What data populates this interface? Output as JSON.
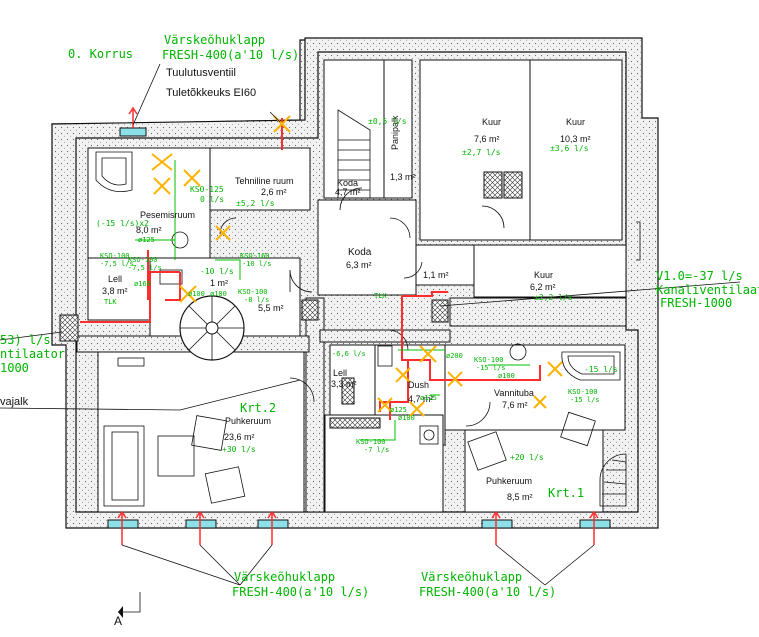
{
  "colors": {
    "wall": "#111111",
    "duct": "#ff2d2d",
    "note": "#00b400",
    "vent": "#ffb300"
  },
  "floor": {
    "label": "0. Korrus"
  },
  "callouts": {
    "fresh_top": "Värskeõhuklapp",
    "fresh_top_model": "FRESH-400(a'10 l/s)",
    "tuulutus": "Tuulutusventiil",
    "fire_valve": "Tuletõkkeuks EI60",
    "kanal_flow": "V1.0=-37 l/s",
    "kanal_label": "Kanaliventilaator",
    "kanal_model": "FRESH-1000",
    "left_flow": "53) l/s",
    "left_l2": "ntilaator",
    "left_l3": "1000",
    "left_l4": "vajalk",
    "fresh_bl": "Värskeõhuklapp",
    "fresh_bl_model": "FRESH-400(a'10 l/s)",
    "fresh_br": "Värskeõhuklapp",
    "fresh_br_model": "FRESH-400(a'10 l/s)",
    "section": "A"
  },
  "rooms": [
    {
      "name": "Koda",
      "area": "4,7 m²"
    },
    {
      "name": "Panipalk",
      "area": "1,3 m²"
    },
    {
      "name": "Kuur",
      "area": "7,6 m²",
      "flow": "±2,7 l/s"
    },
    {
      "name": "Kuur",
      "area": "10,3 m²",
      "flow": "±3,6 l/s"
    },
    {
      "name": "Tehniline ruum",
      "area": "2,6 m²",
      "flow": "±5,2 l/s"
    },
    {
      "name": "Pesemisruum",
      "area": "8,0 m²"
    },
    {
      "name": "Koda",
      "area": "6,3 m²"
    },
    {
      "name": "",
      "area": "1,1 m²"
    },
    {
      "name": "Kuur",
      "area": "6,2 m²",
      "flow": "±2,2 l/s"
    },
    {
      "name": "Lell",
      "area": "3,8 m²"
    },
    {
      "name": "",
      "area": "5,5 m²"
    },
    {
      "name": "",
      "area": "1 m²"
    },
    {
      "name": "Lell",
      "area": "3,3 m²"
    },
    {
      "name": "Dush",
      "area": "4,7 m²"
    },
    {
      "name": "Vannituba",
      "area": "7,6 m²"
    },
    {
      "name": "Puhkeruum",
      "area": "23,6 m²",
      "flow": "+30 l/s"
    },
    {
      "name": "Puhkeruum",
      "area": "8,5 m²",
      "flow": "+20 l/s"
    }
  ],
  "units": {
    "krt2": "Krt.2",
    "krt1": "Krt.1"
  },
  "notes": {
    "n_top_flow": "±0,5 l/s",
    "kso125": "KSO-125",
    "kso125_flow": "0 l/s",
    "m15x2": "(-15 l/s)x2",
    "phi125_a": "ø125",
    "kso100_a": "KSO-100",
    "kso100_a_flow": "-7,5 l/s",
    "kso100_b": "KSO-100",
    "kso100_b_flow": "-7,5 l/s",
    "kso160": "KSO-160",
    "kso160_flow": "-10 l/s",
    "m10": "-10 l/s",
    "phi160": "ø160",
    "phi100_a": "ø100",
    "phi100_b": "ø100",
    "kso100_c": "KSO-100",
    "kso100_c_flow": "-8 l/s",
    "tlk_a": "TLK",
    "tlk_b": "TLK",
    "m66": "-6,6 l/s",
    "phi200": "ø200",
    "kso100_d": "KSO-100",
    "kso100_d_flow": "-15 l/s",
    "phi100_c": "ø100",
    "m15_a": "-15 l/s",
    "kso100_e": "KSO-100",
    "kso100_e_flow": "-15 l/s",
    "phi125_b": "ø125",
    "phi125_c": "ø125",
    "phi100_d": "ø100",
    "kso100_f": "KSO-100",
    "kso100_f_flow": "-7 l/s"
  }
}
